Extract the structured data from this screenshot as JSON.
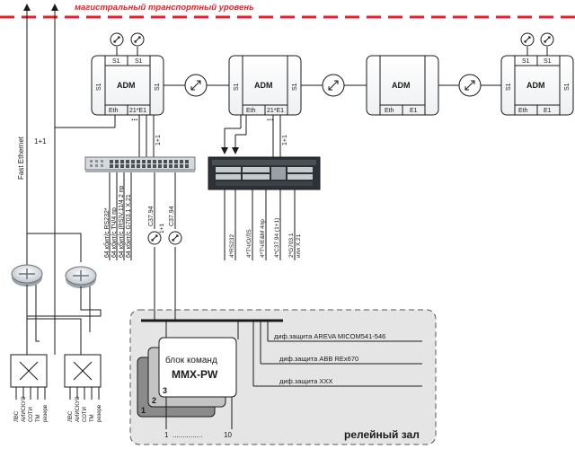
{
  "header": {
    "title": "магистральный транспортный уровень",
    "line_color": "#e8202a"
  },
  "adm_label": "ADM",
  "port_s1": "S1",
  "port_eth": "Eth",
  "port_e1": "E1",
  "port_21e1": "21*E1",
  "dots": "...",
  "link_1plus1": "1+1",
  "fast_ethernet": "Fast Ethernet",
  "mux_labels": [
    "64 кбит/с RS232*",
    "64 кбит/с ТЧ/4 пр",
    "64 кбит/с (RS)V.11/4 2 пр",
    "64 кбит/с G703.1 X.21",
    "C37.94",
    "C37.94"
  ],
  "rack_labels": [
    "4*RS232",
    "4*ТЧ/О/ЛS",
    "4*ТЧ/Е&М 4пр",
    "4*C37.94 (1+1)",
    "2*G703.1",
    "или X.21"
  ],
  "relay": {
    "block_title": "блок команд",
    "block_model": "MMX-PW",
    "num1": "1",
    "num2": "2",
    "num3": "3",
    "protections": [
      "диф.защита AREVA MICOM541-546",
      "диф.защита ABB REx670",
      "диф.защита XXX"
    ],
    "range_start": "1",
    "range_dots": "...............",
    "range_end": "10",
    "zone_label": "релейный зал"
  },
  "terminals": [
    [
      "ЛВС",
      "АИИСКУЭ",
      "СОТИ",
      "ТМ",
      "резерв"
    ],
    [
      "ЛВС",
      "АИИСКУЭ",
      "СОТИ",
      "ТМ",
      "резерв"
    ]
  ]
}
